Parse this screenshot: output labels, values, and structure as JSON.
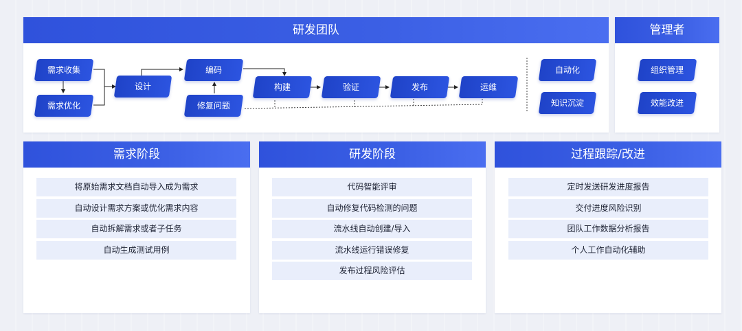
{
  "team_panel": {
    "title": "研发团队",
    "nodes": {
      "req_collect": "需求收集",
      "req_optimize": "需求优化",
      "design": "设计",
      "coding": "编码",
      "fix_issue": "修复问题",
      "build": "构建",
      "verify": "验证",
      "release": "发布",
      "ops": "运维",
      "automation": "自动化",
      "knowledge": "知识沉淀"
    }
  },
  "manager_panel": {
    "title": "管理者",
    "nodes": {
      "org_mgmt": "组织管理",
      "efficiency": "效能改进"
    }
  },
  "stages": [
    {
      "title": "需求阶段",
      "items": [
        "将原始需求文档自动导入成为需求",
        "自动设计需求方案或优化需求内容",
        "自动拆解需求或者子任务",
        "自动生成测试用例"
      ]
    },
    {
      "title": "研发阶段",
      "items": [
        "代码智能评审",
        "自动修复代码检测的问题",
        "流水线自动创建/导入",
        "流水线运行错误修复",
        "发布过程风险评估"
      ]
    },
    {
      "title": "过程跟踪/改进",
      "items": [
        "定时发送研发进度报告",
        "交付进度风险识别",
        "团队工作数据分析报告",
        "个人工作自动化辅助"
      ]
    }
  ],
  "colors": {
    "accent": "#2f52dc",
    "pill": "#2446d2",
    "item_bg": "#e9eefb"
  }
}
